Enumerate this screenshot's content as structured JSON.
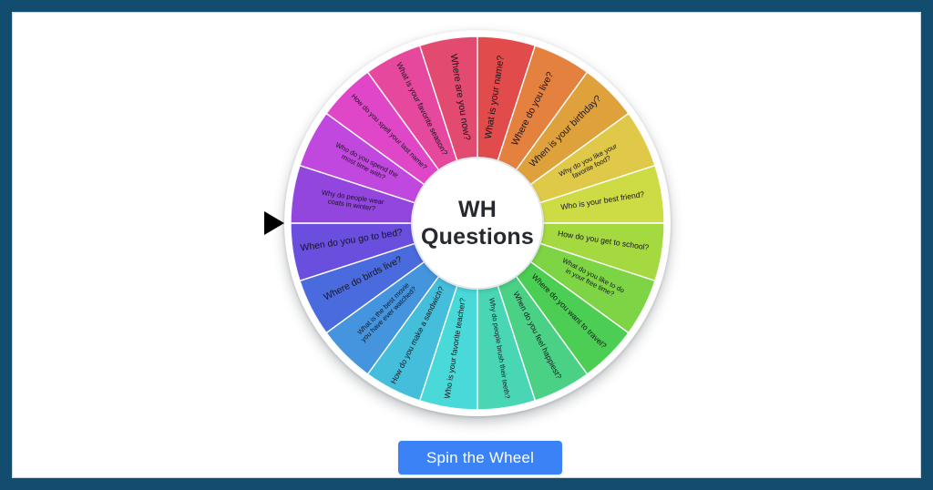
{
  "page": {
    "background_color": "#FFFFFF",
    "frame_border_color": "#124C6E"
  },
  "wheel": {
    "hub": {
      "line1": "WH",
      "line2": "Questions"
    },
    "pointer": {
      "name": "wheel-pointer",
      "color": "#000000",
      "position": "left"
    },
    "segment_count": 20,
    "segments": [
      {
        "index": 0,
        "label": "Who is your favorite teacher?",
        "color": "#49D9D9"
      },
      {
        "index": 1,
        "label": "How do you make a sandwich?",
        "color": "#45BEDC"
      },
      {
        "index": 2,
        "label": "What is the best movie you have ever watched?",
        "color": "#4595DE"
      },
      {
        "index": 3,
        "label": "Where do birds live?",
        "color": "#4A6BDE"
      },
      {
        "index": 4,
        "label": "When do you go to bed?",
        "color": "#6A4FDF"
      },
      {
        "index": 5,
        "label": "Why do people wear coats in winter?",
        "color": "#9346DE"
      },
      {
        "index": 6,
        "label": "Who do you spend the most time with?",
        "color": "#C148DE"
      },
      {
        "index": 7,
        "label": "How do you spell your last name?",
        "color": "#DF47C8"
      },
      {
        "index": 8,
        "label": "What is your favorite season?",
        "color": "#E5489D"
      },
      {
        "index": 9,
        "label": "Where are you now?",
        "color": "#E34A70"
      },
      {
        "index": 10,
        "label": "What is your name?",
        "color": "#E24B4B"
      },
      {
        "index": 11,
        "label": "Where do you live?",
        "color": "#E5813F"
      },
      {
        "index": 12,
        "label": "When is your birthday?",
        "color": "#DFA13C"
      },
      {
        "index": 13,
        "label": "Why do you like your favorite food?",
        "color": "#E0C948"
      },
      {
        "index": 14,
        "label": "Who is your best friend?",
        "color": "#CDDC45"
      },
      {
        "index": 15,
        "label": "How do you get to school?",
        "color": "#A4D93F"
      },
      {
        "index": 16,
        "label": "What do you like to do in your free time?",
        "color": "#7DD445"
      },
      {
        "index": 17,
        "label": "Where do you want to travel?",
        "color": "#4CCE55"
      },
      {
        "index": 18,
        "label": "When do you feel happiest?",
        "color": "#4BD186"
      },
      {
        "index": 19,
        "label": "Why do people brush their teeth?",
        "color": "#49D6B4"
      }
    ]
  },
  "controls": {
    "spin_label": "Spin the Wheel",
    "spin_color": "#3B82F6"
  }
}
